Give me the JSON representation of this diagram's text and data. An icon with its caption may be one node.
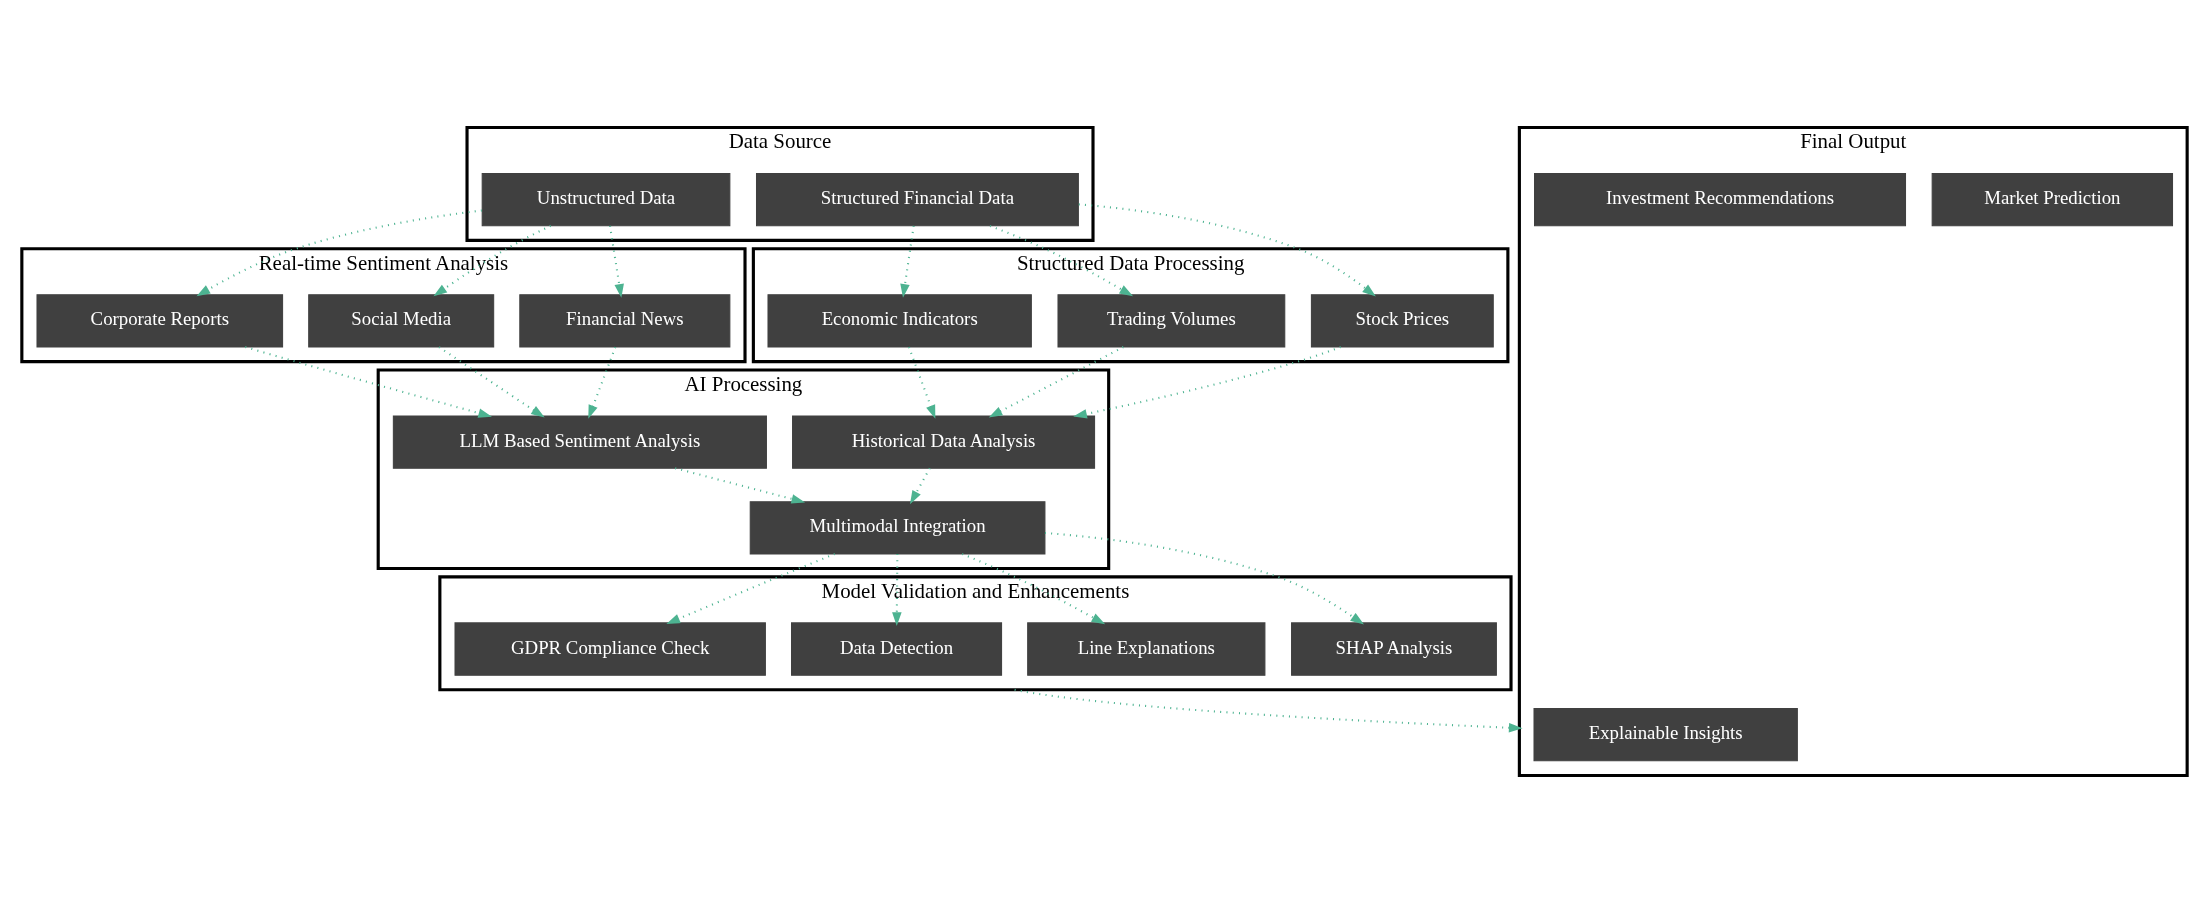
{
  "diagram": {
    "nodes": [
      {
        "text": [
          "Data Source"
        ]
      },
      {
        "text": [
          "Unstructured Data"
        ],
        "in": 0
      },
      {
        "text": [
          "Structured Financial Data"
        ],
        "in": 0
      },
      {
        "text": [
          "Real-time Sentiment Analysis"
        ]
      },
      {
        "text": [
          "Financial News"
        ],
        "in": 3
      },
      {
        "text": [
          "Social Media"
        ],
        "in": 3
      },
      {
        "text": [
          "Corporate Reports"
        ],
        "in": 3
      },
      {
        "text": [
          "Structured Data Processing"
        ]
      },
      {
        "text": [
          "Stock Prices"
        ],
        "in": 7
      },
      {
        "text": [
          "Trading Volumes"
        ],
        "in": 7
      },
      {
        "text": [
          "Economic Indicators"
        ],
        "in": 7
      },
      {
        "text": [
          "AI Processing"
        ]
      },
      {
        "text": [
          "LLM Based Sentiment Analysis"
        ],
        "in": 11
      },
      {
        "text": [
          "Historical Data Analysis"
        ],
        "in": 11
      },
      {
        "text": [
          "Multimodal Integration"
        ],
        "in": 11
      },
      {
        "text": [
          "Model Validation and Enhancements"
        ]
      },
      {
        "text": [
          "SHAP Analysis"
        ],
        "in": 15
      },
      {
        "text": [
          "Line Explanations"
        ],
        "in": 15
      },
      {
        "text": [
          "Data Detection"
        ],
        "in": 15
      },
      {
        "text": [
          "GDPR Compliance Check"
        ],
        "in": 15
      },
      {
        "text": [
          "Final Output"
        ]
      },
      {
        "text": [
          "Market Prediction"
        ],
        "in": 20
      },
      {
        "text": [
          "Explainable Insights"
        ],
        "in": 20
      },
      {
        "text": [
          "Investment Recommendations"
        ],
        "in": 20
      }
    ],
    "edges": [
      {
        "from": 1,
        "to": 4,
        "arrow": "to",
        "style": "dashed"
      },
      {
        "from": 1,
        "to": 5,
        "arrow": "to",
        "style": "dashed"
      },
      {
        "from": 1,
        "to": 6,
        "arrow": "to",
        "style": "dashed"
      },
      {
        "from": 2,
        "to": 8,
        "arrow": "to",
        "style": "dashed"
      },
      {
        "from": 2,
        "to": 9,
        "arrow": "to",
        "style": "dashed"
      },
      {
        "from": 2,
        "to": 10,
        "arrow": "to",
        "style": "dashed"
      },
      {
        "from": 4,
        "to": 12,
        "arrow": "to",
        "style": "dashed"
      },
      {
        "from": 5,
        "to": 12,
        "arrow": "to",
        "style": "dashed"
      },
      {
        "from": 6,
        "to": 12,
        "arrow": "to",
        "style": "dashed"
      },
      {
        "from": 8,
        "to": 13,
        "arrow": "to",
        "style": "dashed"
      },
      {
        "from": 9,
        "to": 13,
        "arrow": "to",
        "style": "dashed"
      },
      {
        "from": 10,
        "to": 13,
        "arrow": "to",
        "style": "dashed"
      },
      {
        "from": 12,
        "to": 14,
        "arrow": "to",
        "style": "dashed"
      },
      {
        "from": 13,
        "to": 14,
        "arrow": "to",
        "style": "dashed"
      },
      {
        "from": 14,
        "to": 16,
        "arrow": "to",
        "style": "dashed"
      },
      {
        "from": 14,
        "to": 17,
        "arrow": "to",
        "style": "dashed"
      },
      {
        "from": 14,
        "to": 18,
        "arrow": "to",
        "style": "dashed"
      },
      {
        "from": 14,
        "to": 19,
        "arrow": "to",
        "style": "dashed"
      },
      {
        "from": 15,
        "to": 20,
        "arrow": "to",
        "style": "dashed"
      }
    ]
  }
}
